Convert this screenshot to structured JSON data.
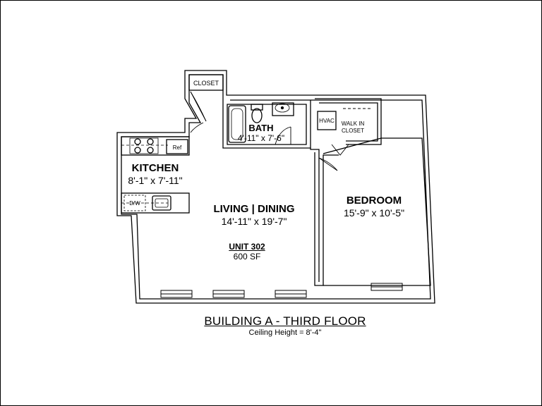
{
  "rooms": {
    "closet": {
      "name": "CLOSET"
    },
    "bath": {
      "name": "BATH",
      "dimensions": "4'-11\" x 7'-6\""
    },
    "hvac": {
      "name": "HVAC"
    },
    "walk_in_closet": {
      "line1": "WALK IN",
      "line2": "CLOSET"
    },
    "kitchen": {
      "name": "KITCHEN",
      "dimensions": "8'-1\" x 7'-11\"",
      "ref": "Ref",
      "dishwasher": "D/W"
    },
    "living_dining": {
      "name": "LIVING | DINING",
      "dimensions": "14'-11\" x 19'-7\""
    },
    "bedroom": {
      "name": "BEDROOM",
      "dimensions": "15'-9\" x 10'-5\""
    }
  },
  "unit": {
    "name": "UNIT 302",
    "area": "600 SF"
  },
  "footer": {
    "title": "BUILDING A - THIRD FLOOR",
    "subtitle": "Ceiling Height = 8'-4\""
  }
}
